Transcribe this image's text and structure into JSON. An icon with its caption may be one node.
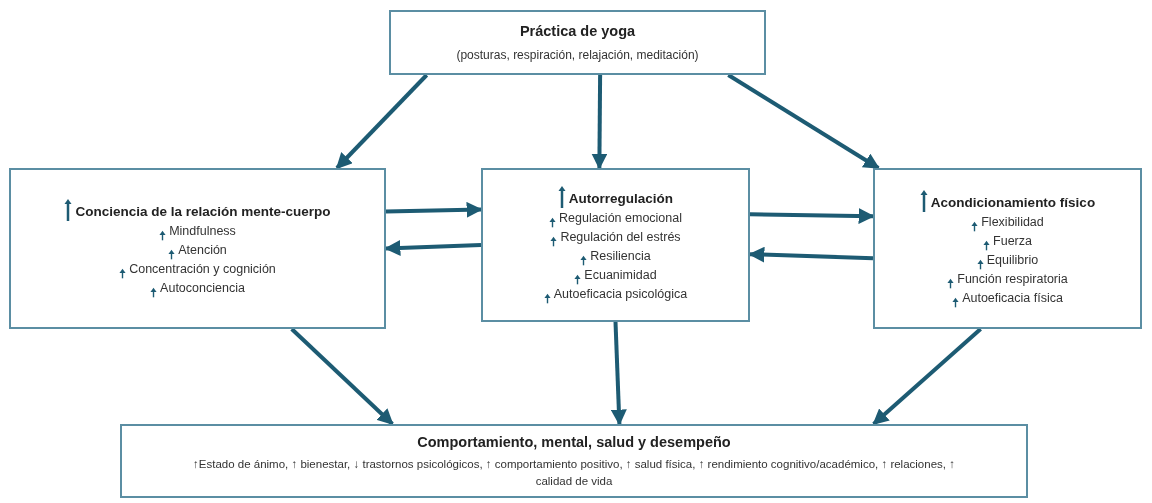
{
  "diagram": {
    "nodes": [
      {
        "text": [
          "Práctica de yoga",
          "(posturas, respiración, relajación, meditación)"
        ]
      },
      {
        "text": [
          "Conciencia de la relación mente-cuerpo",
          "Mindfulness",
          "Atención",
          "Concentración y cognición",
          "Autoconciencia"
        ]
      },
      {
        "text": [
          "Autorregulación",
          "Regulación emocional",
          "Regulación del estrés",
          "Resiliencia",
          "Ecuanimidad",
          "Autoeficacia psicológica"
        ]
      },
      {
        "text": [
          "Acondicionamiento físico",
          "Flexibilidad",
          "Fuerza",
          "Equilibrio",
          "Función respiratoria",
          "Autoeficacia física"
        ]
      },
      {
        "text": [
          "Comportamiento, mental, salud y desempeño",
          "↑Estado de ánimo, ↑ bienestar, ↓ trastornos psicológicos, ↑ comportamiento positivo, ↑ salud física, ↑ rendimiento cognitivo/académico, ↑ relaciones, ↑ calidad de vida"
        ]
      }
    ],
    "edges": [
      {
        "from": 0,
        "to": 1,
        "arrow": "to"
      },
      {
        "from": 0,
        "to": 2,
        "arrow": "to"
      },
      {
        "from": 0,
        "to": 3,
        "arrow": "to"
      },
      {
        "from": 1,
        "to": 2,
        "arrow": "to"
      },
      {
        "from": 2,
        "to": 1,
        "arrow": "to"
      },
      {
        "from": 2,
        "to": 3,
        "arrow": "to"
      },
      {
        "from": 3,
        "to": 2,
        "arrow": "to"
      },
      {
        "from": 1,
        "to": 4,
        "arrow": "to"
      },
      {
        "from": 2,
        "to": 4,
        "arrow": "to"
      },
      {
        "from": 3,
        "to": 4,
        "arrow": "to"
      }
    ]
  }
}
